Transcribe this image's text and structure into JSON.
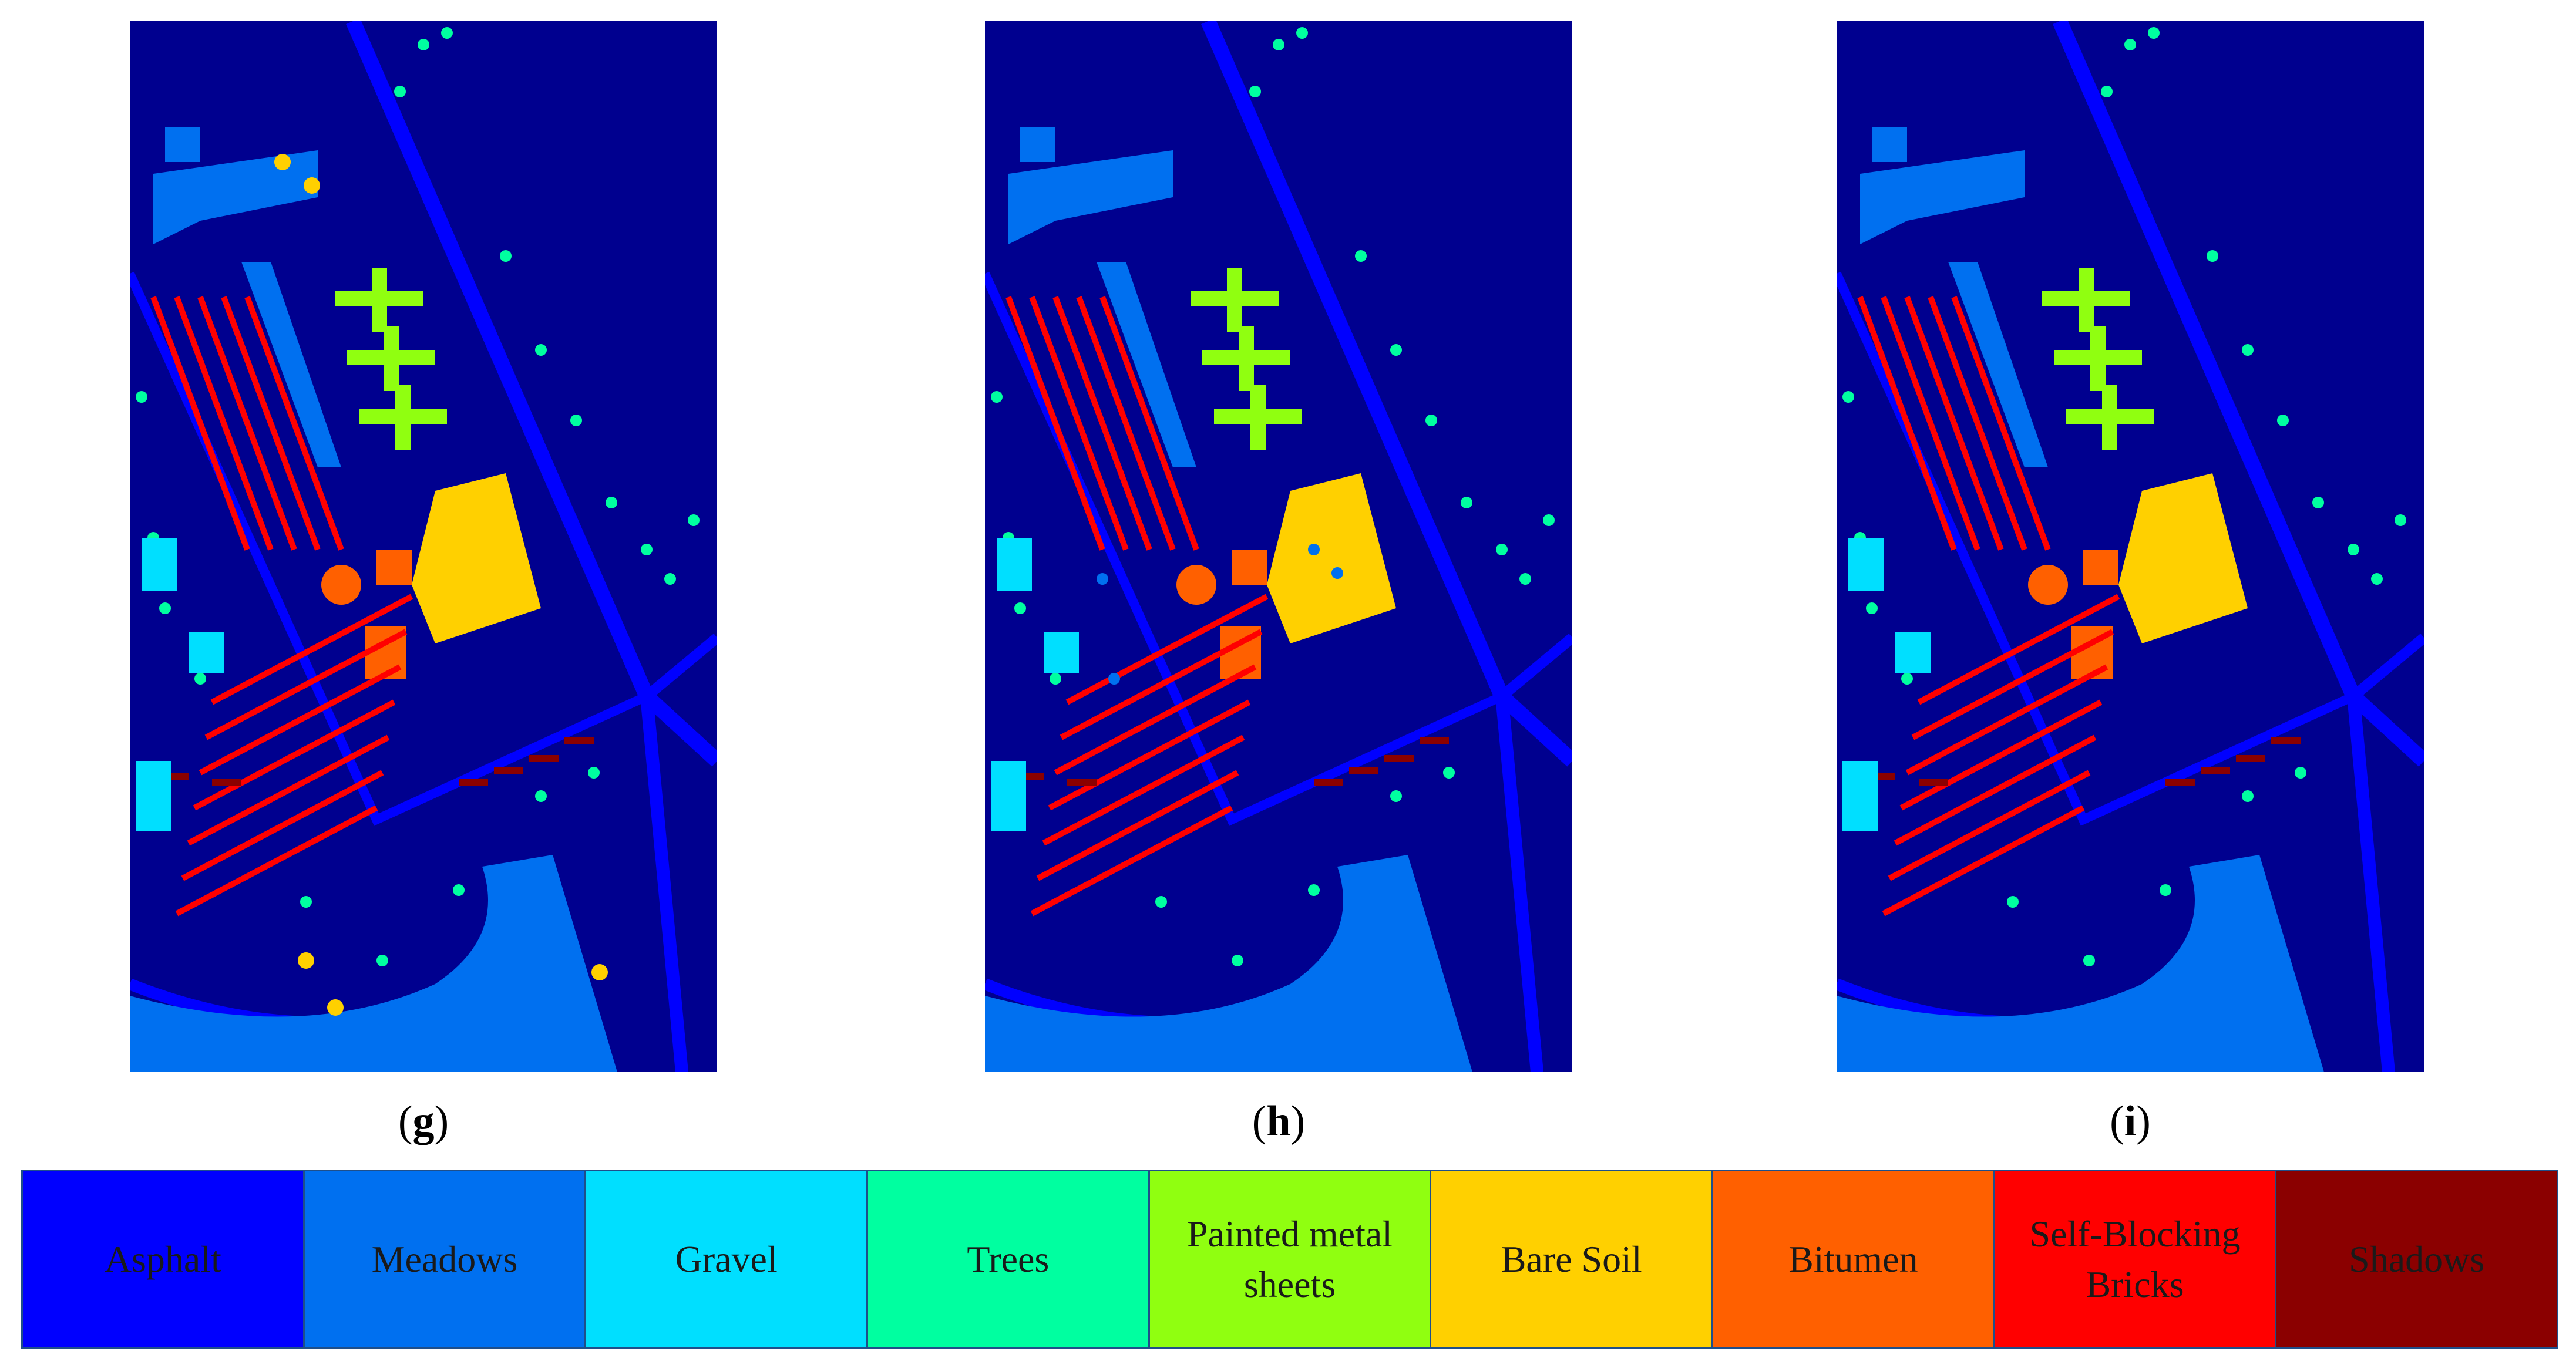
{
  "panels": [
    {
      "id": "g",
      "caption": "g"
    },
    {
      "id": "h",
      "caption": "h"
    },
    {
      "id": "i",
      "caption": "i"
    }
  ],
  "legend": [
    {
      "label": "Asphalt",
      "color": "#0000ff"
    },
    {
      "label": "Meadows",
      "color": "#0070f0"
    },
    {
      "label": "Gravel",
      "color": "#00dfff"
    },
    {
      "label": "Trees",
      "color": "#00ffa0"
    },
    {
      "label": "Painted metal sheets",
      "color": "#90ff10"
    },
    {
      "label": "Bare Soil",
      "color": "#ffd000"
    },
    {
      "label": "Bitumen",
      "color": "#ff6000"
    },
    {
      "label": "Self-Blocking Bricks",
      "color": "#ff0000"
    },
    {
      "label": "Shadows",
      "color": "#8b0000"
    }
  ],
  "colors": {
    "background": "#00008f"
  }
}
